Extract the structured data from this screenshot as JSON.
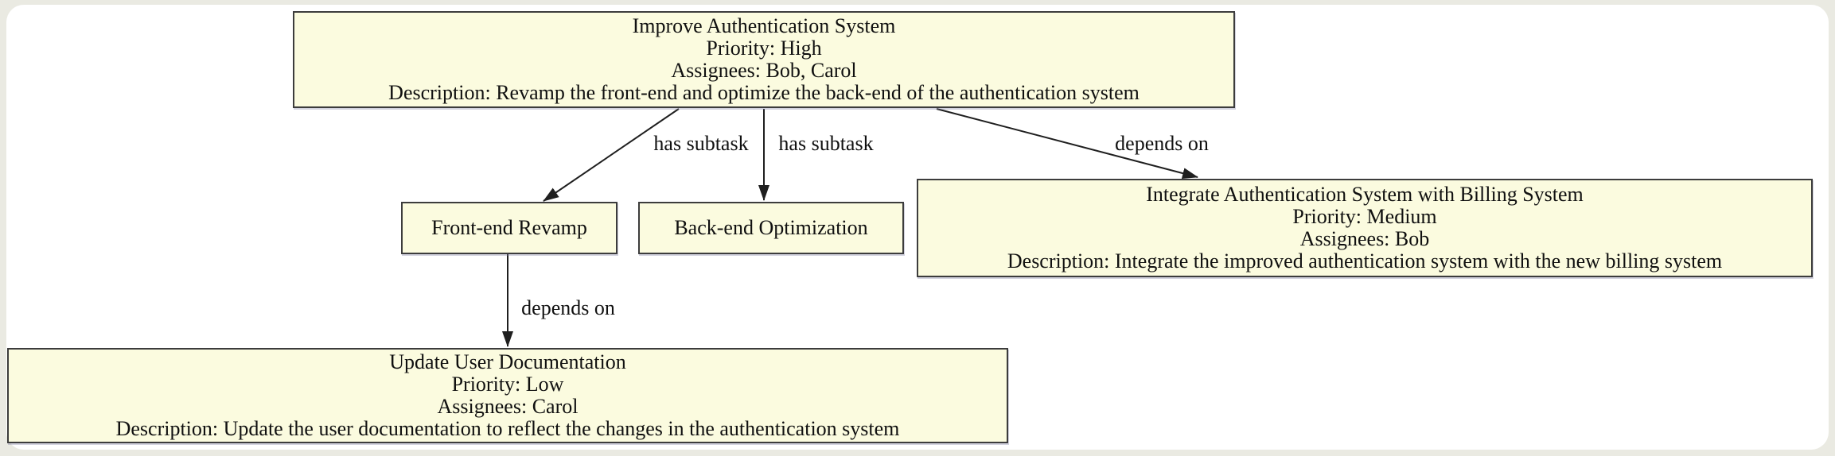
{
  "theme": {
    "page-bg": "#eaeae2",
    "canvas-bg": "#ffffff",
    "node-fill": "#fbfbdf",
    "node-border": "#3c3c3c",
    "edge": "#1f1f1f",
    "text": "#101010"
  },
  "diagram": {
    "nodes": {
      "improve_auth": {
        "title": "Improve Authentication System",
        "priority": "Priority: High",
        "assignees": "Assignees: Bob, Carol",
        "description": "Description: Revamp the front-end and optimize the back-end of the authentication system"
      },
      "frontend": {
        "title": "Front-end Revamp"
      },
      "backend": {
        "title": "Back-end Optimization"
      },
      "integrate": {
        "title": "Integrate Authentication System with Billing System",
        "priority": "Priority: Medium",
        "assignees": "Assignees: Bob",
        "description": "Description: Integrate the improved authentication system with the new billing system"
      },
      "docs": {
        "title": "Update User Documentation",
        "priority": "Priority: Low",
        "assignees": "Assignees: Carol",
        "description": "Description: Update the user documentation to reflect the changes in the authentication system"
      }
    },
    "edges": {
      "subtask_frontend_label": "has subtask",
      "subtask_backend_label": "has subtask",
      "depends_integrate_label": "depends on",
      "depends_docs_label": "depends on"
    }
  }
}
